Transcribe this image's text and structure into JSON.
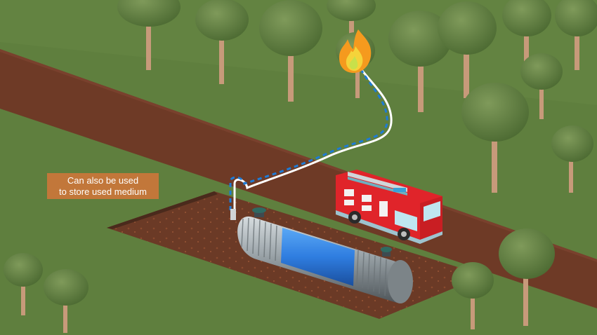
{
  "caption": {
    "line1": "Can also be used",
    "line2": "to store used medium"
  },
  "colors": {
    "grass": "#5f7f3e",
    "road": "#6e3a26",
    "pit_soil": "#6b3a26",
    "tank_metal": "#9aa3a8",
    "tank_band": "#2f7de0",
    "fire_truck": "#e0242a",
    "hose": "#ffffff",
    "flow_dash": "#1e7bd6",
    "flame": "#f59a1e",
    "caption_bg": "#c2773a"
  },
  "icons": [
    "flame-icon",
    "fire-truck",
    "underground-tank",
    "trees"
  ]
}
